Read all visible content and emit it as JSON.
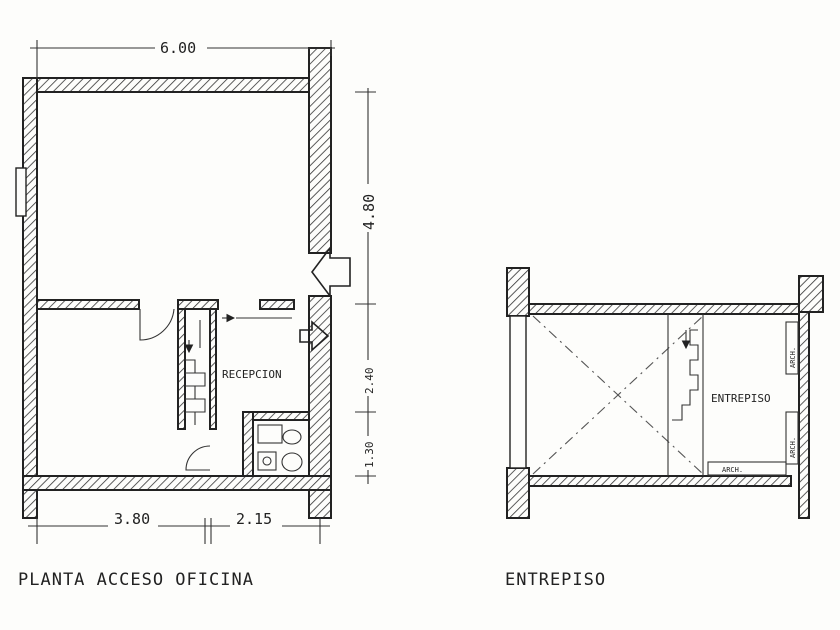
{
  "plan_left": {
    "caption": "PLANTA ACCESO OFICINA",
    "room_label": "RECEPCION",
    "dims": {
      "top_width": "6.00",
      "right_height_upper": "4.80",
      "right_height_mid": "2.40",
      "right_height_lower": "1.30",
      "bottom_left": "3.80",
      "bottom_right": "2.15"
    }
  },
  "plan_right": {
    "caption": "ENTREPISO",
    "room_label": "ENTREPISO",
    "tags": {
      "archive_bottom": "ARCH.",
      "archive_side_top": "ARCH.",
      "archive_side_bottom": "ARCH."
    }
  },
  "colors": {
    "ink": "#222222",
    "paper": "#fdfdfb"
  }
}
